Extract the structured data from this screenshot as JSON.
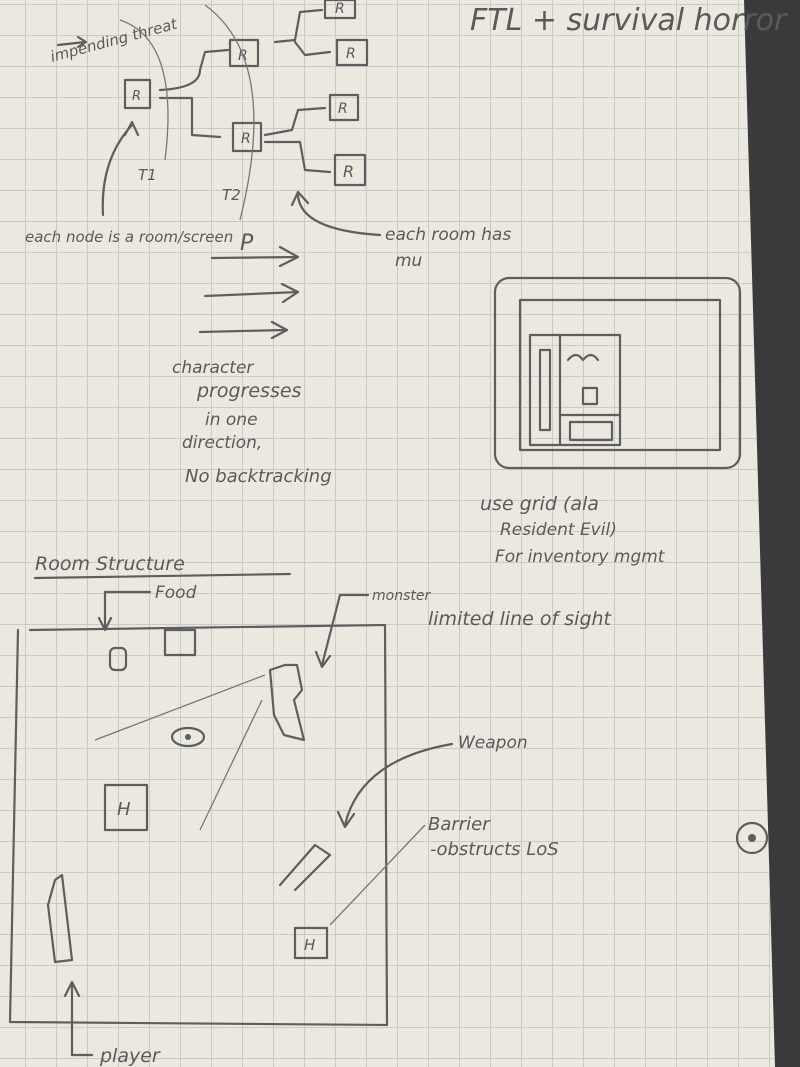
{
  "title": "FTL + survival horror",
  "node_map": {
    "room_label": "R",
    "threat_label": "impending threat",
    "t1": "T1",
    "t2": "T2",
    "node_note": "each node is a room/screen",
    "p_label": "P",
    "room_note_1": "each room has",
    "room_note_2": "mu"
  },
  "progression_note": [
    "character",
    "progresses",
    "in one",
    "direction,",
    "No backtracking"
  ],
  "inventory_note": [
    "use grid (ala",
    "Resident Evil)",
    "For inventory mgmt"
  ],
  "room_structure": {
    "heading": "Room Structure",
    "food": "Food",
    "monster": "monster",
    "los": "limited line of sight",
    "weapon": "Weapon",
    "barrier_1": "Barrier",
    "barrier_2": "-obstructs LoS",
    "health_label": "H",
    "player": "player"
  }
}
